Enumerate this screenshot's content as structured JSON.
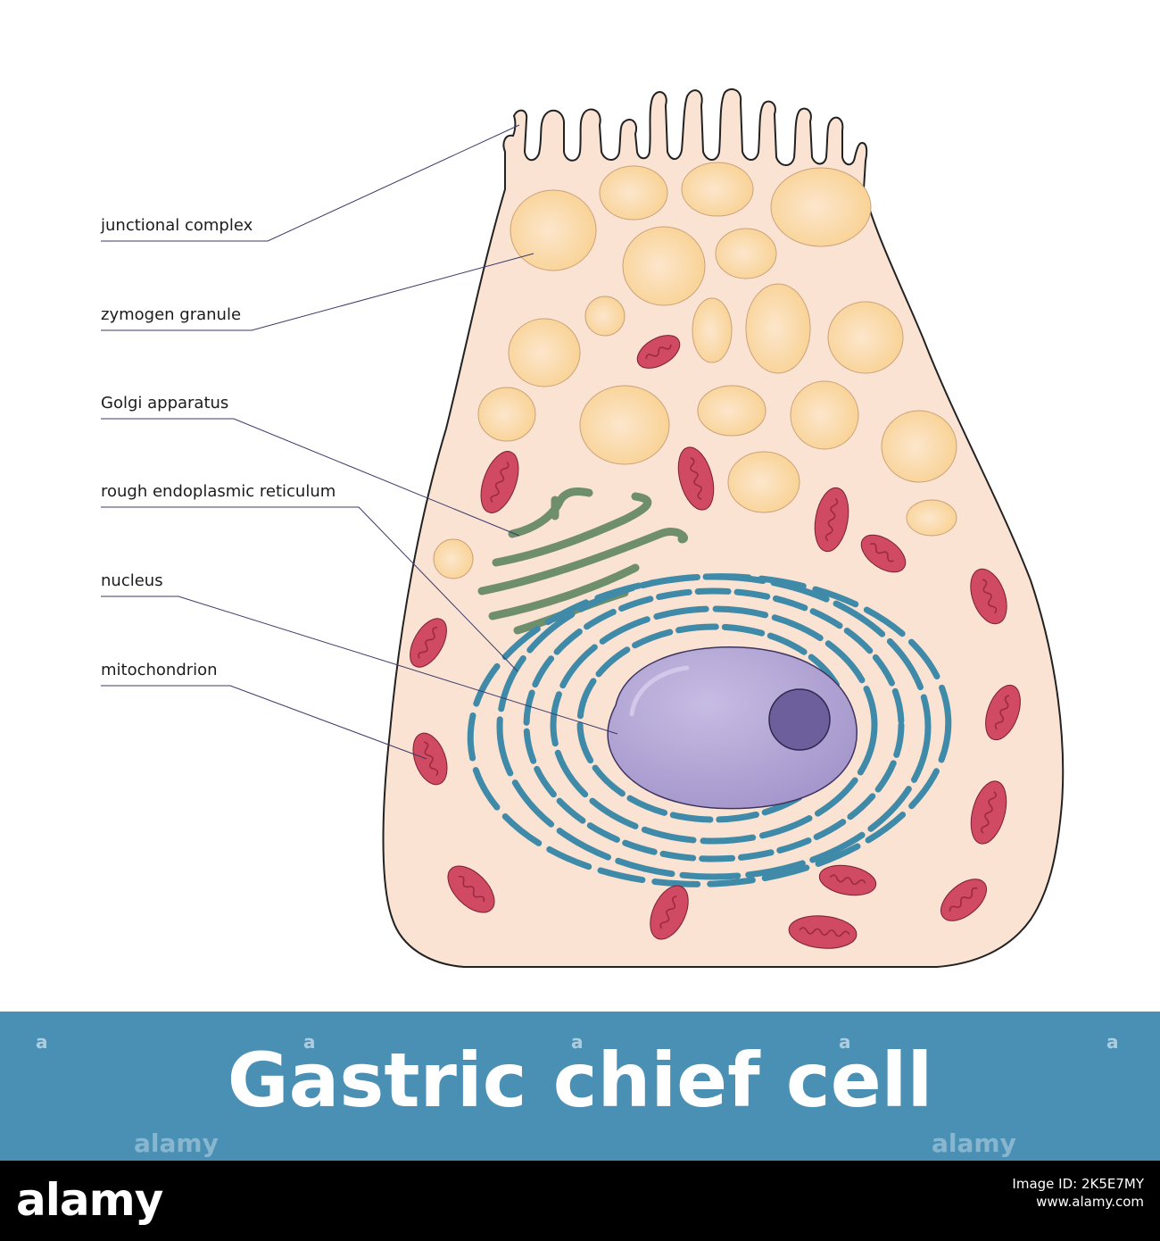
{
  "title": "Gastric chief cell",
  "labels": {
    "junctional_complex": "junctional complex",
    "zymogen_granule": "zymogen granule",
    "golgi_apparatus": "Golgi apparatus",
    "rough_er": "rough endoplasmic reticulum",
    "nucleus": "nucleus",
    "mitochondrion": "mitochondrion"
  },
  "watermark": {
    "letter": "a",
    "word": "alamy"
  },
  "footer": {
    "logo": "alamy",
    "image_id": "Image ID: 2K5E7MY",
    "url": "www.alamy.com"
  },
  "colors": {
    "cytoplasm": "#fbe3d3",
    "granule": "#fbd8a0",
    "granule_center": "#fce3c6",
    "mitochondrion": "#cf4a62",
    "golgi": "#6e8e6c",
    "rough_er": "#3f8aa8",
    "nucleus": "#b5a8d6",
    "nucleolus": "#6c5f9c",
    "title_band": "#4a90b5"
  }
}
